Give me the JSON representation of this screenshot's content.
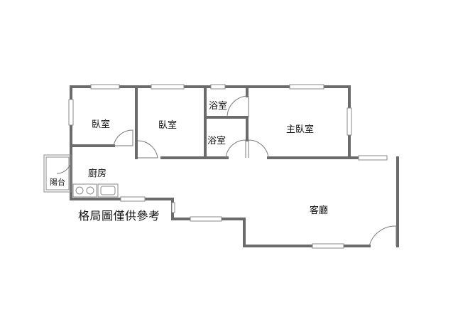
{
  "floorplan": {
    "rooms": {
      "bedroom_left": "臥室",
      "bedroom_mid": "臥室",
      "bathroom_top": "浴室",
      "bathroom_bottom": "浴室",
      "master_bedroom": "主臥室",
      "kitchen": "廚房",
      "balcony": "陽台",
      "living_room": "客廳"
    },
    "note": "格局圖僅供參考",
    "colors": {
      "wall": "#6b6b6b",
      "fixture": "#8a8a8a",
      "background": "#ffffff"
    }
  }
}
